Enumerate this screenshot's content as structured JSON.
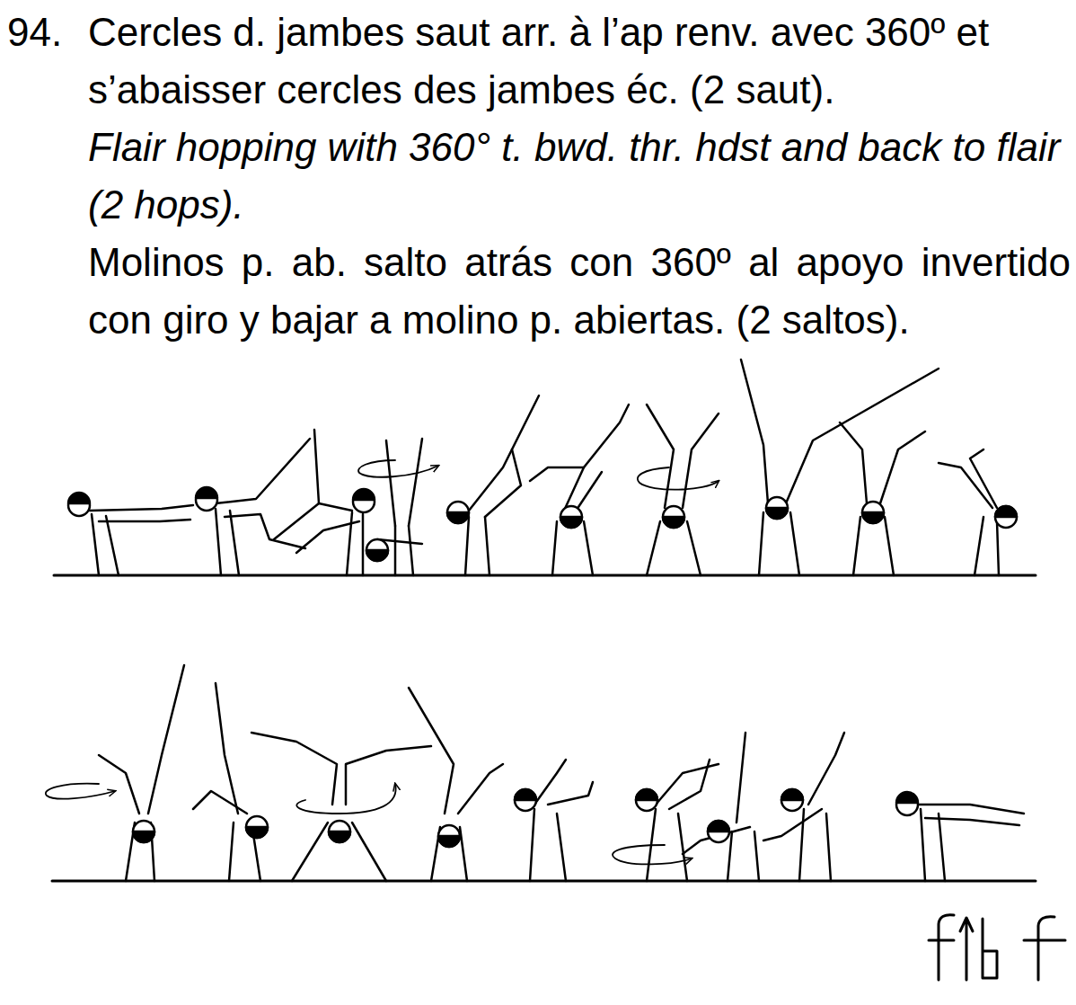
{
  "diagram": {
    "labels": [
      "94.",
      "Cercles d. jambes saut arr. à l’ap renv. avec 360º et s’abaisser cercles des jambes éc. (2 saut).",
      "Flair hopping with 360° t. bwd. thr. hdst and back to flair (2 hops).",
      "Molinos p. ab. salto atrás con 360º al apoyo invertido con giro y bajar a molino p. abiertas. (2 saltos)."
    ]
  }
}
